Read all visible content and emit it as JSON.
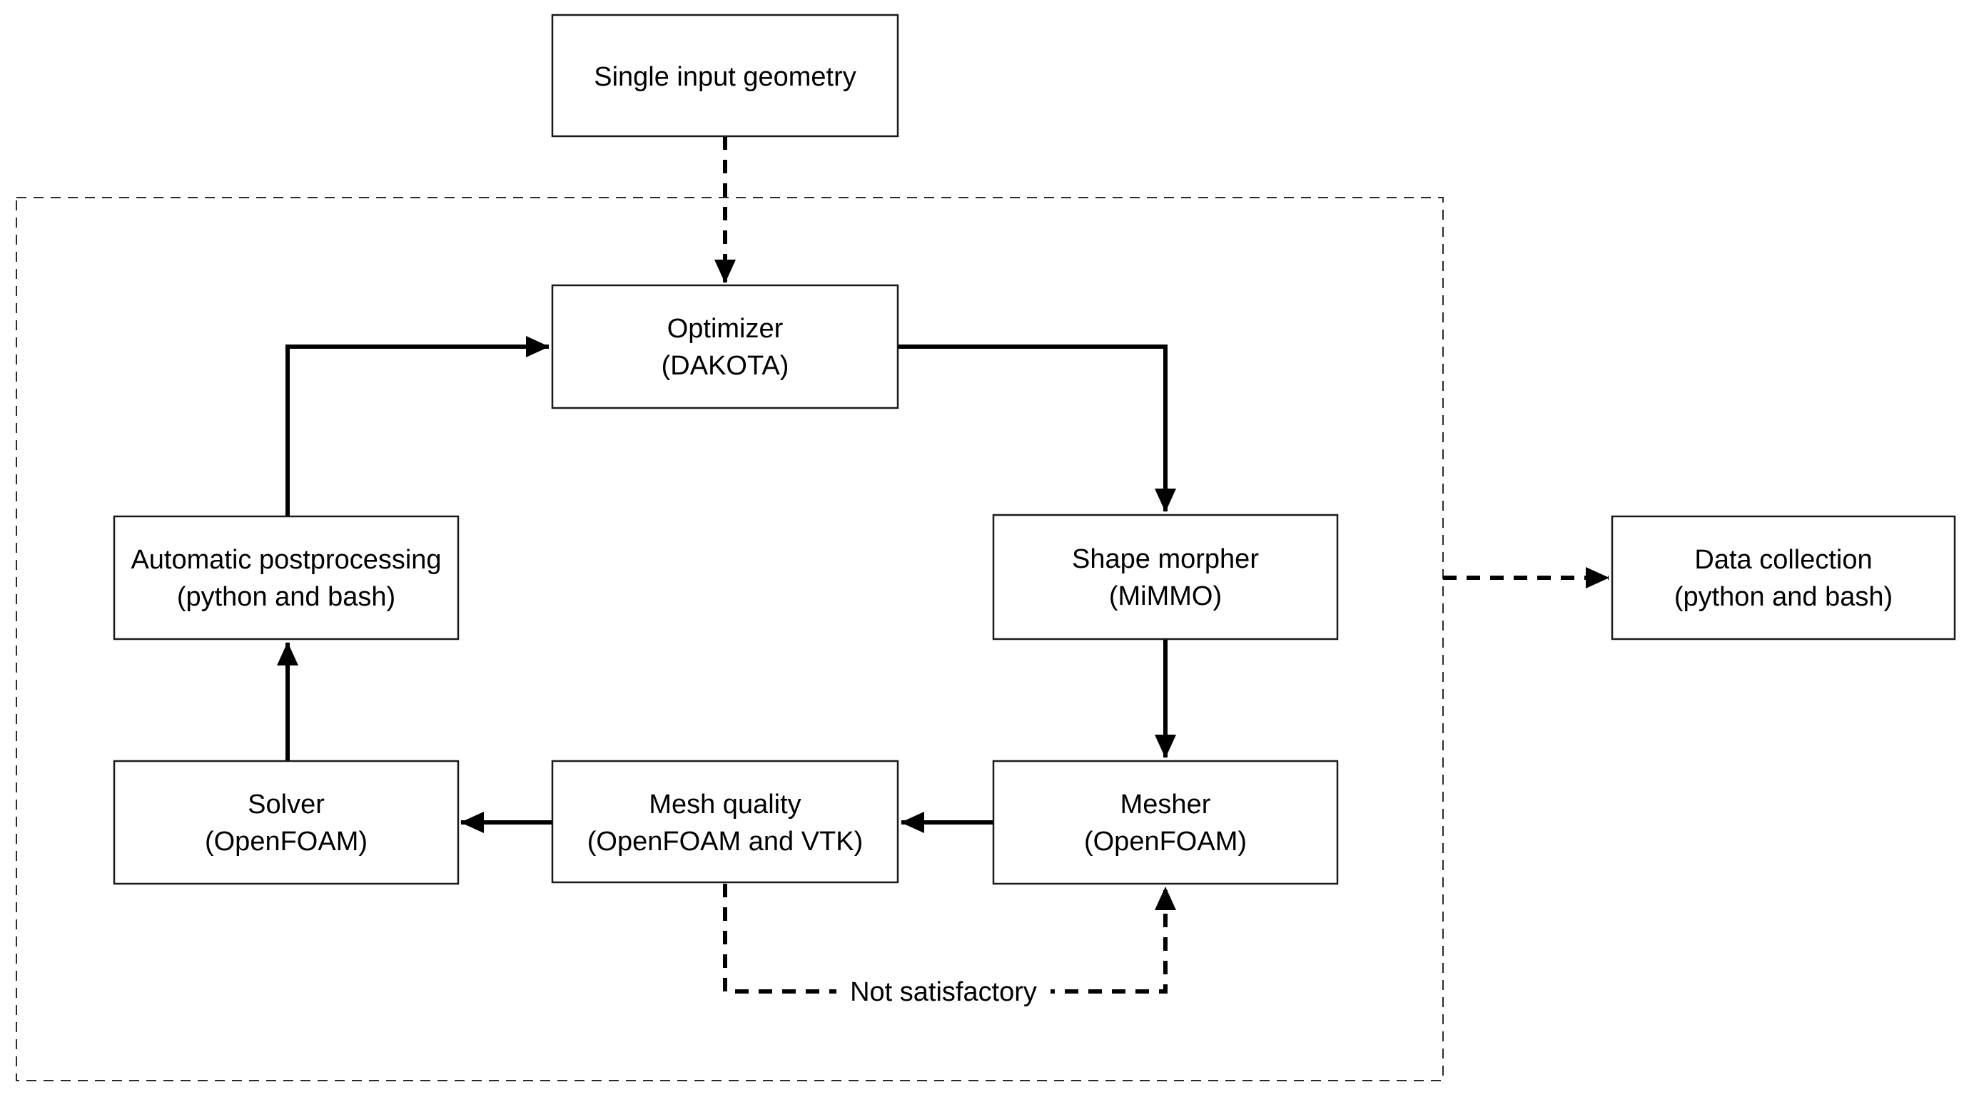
{
  "diagram": {
    "type": "flowchart",
    "colors": {
      "background": "#ffffff",
      "stroke": "#000000",
      "box_fill": "#ffffff"
    },
    "nodes": {
      "single_input": {
        "lines": [
          "Single input geometry"
        ]
      },
      "optimizer": {
        "lines": [
          "Optimizer",
          "(DAKOTA)"
        ]
      },
      "shape_morpher": {
        "lines": [
          "Shape morpher",
          "(MiMMO)"
        ]
      },
      "data_collection": {
        "lines": [
          "Data collection",
          "(python and bash)"
        ]
      },
      "auto_postprocessing": {
        "lines": [
          "Automatic postprocessing",
          "(python and bash)"
        ]
      },
      "solver": {
        "lines": [
          "Solver",
          "(OpenFOAM)"
        ]
      },
      "mesh_quality": {
        "lines": [
          "Mesh quality",
          "(OpenFOAM and VTK)"
        ]
      },
      "mesher": {
        "lines": [
          "Mesher",
          "(OpenFOAM)"
        ]
      }
    },
    "edges": [
      {
        "from": "single_input",
        "to": "optimizer",
        "style": "dashed",
        "label": ""
      },
      {
        "from": "optimizer",
        "to": "shape_morpher",
        "style": "solid",
        "label": ""
      },
      {
        "from": "shape_morpher",
        "to": "mesher",
        "style": "solid",
        "label": ""
      },
      {
        "from": "mesher",
        "to": "mesh_quality",
        "style": "solid",
        "label": ""
      },
      {
        "from": "mesh_quality",
        "to": "solver",
        "style": "solid",
        "label": ""
      },
      {
        "from": "solver",
        "to": "auto_postprocessing",
        "style": "solid",
        "label": ""
      },
      {
        "from": "auto_postprocessing",
        "to": "optimizer",
        "style": "solid",
        "label": ""
      },
      {
        "from": "mesh_quality",
        "to": "mesher",
        "style": "dashed",
        "label": "Not satisfactory"
      },
      {
        "from": "loop_container",
        "to": "data_collection",
        "style": "dashed",
        "label": ""
      }
    ]
  }
}
